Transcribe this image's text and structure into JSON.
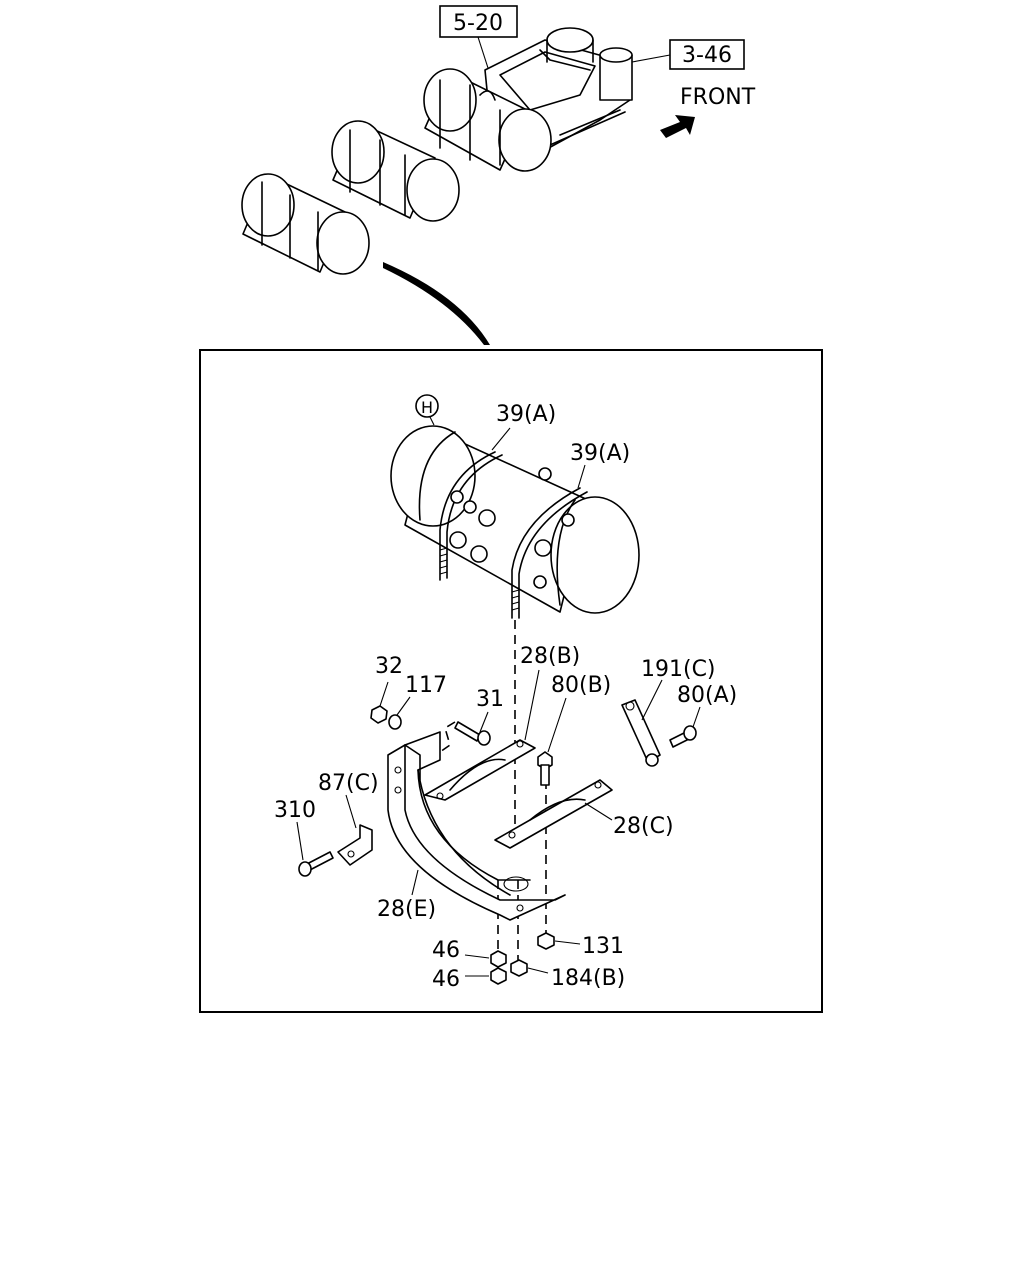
{
  "refs": {
    "ref_5_20": "5-20",
    "ref_3_46": "3-46"
  },
  "direction_label": "FRONT",
  "detail_marker": "H",
  "callouts": {
    "c39a_1": "39(A)",
    "c39a_2": "39(A)",
    "c28b": "28(B)",
    "c32": "32",
    "c117": "117",
    "c31": "31",
    "c80b": "80(B)",
    "c191c": "191(C)",
    "c80a": "80(A)",
    "c87c": "87(C)",
    "c310": "310",
    "c28c": "28(C)",
    "c28e": "28(E)",
    "c46_1": "46",
    "c46_2": "46",
    "c131": "131",
    "c184b": "184(B)"
  }
}
